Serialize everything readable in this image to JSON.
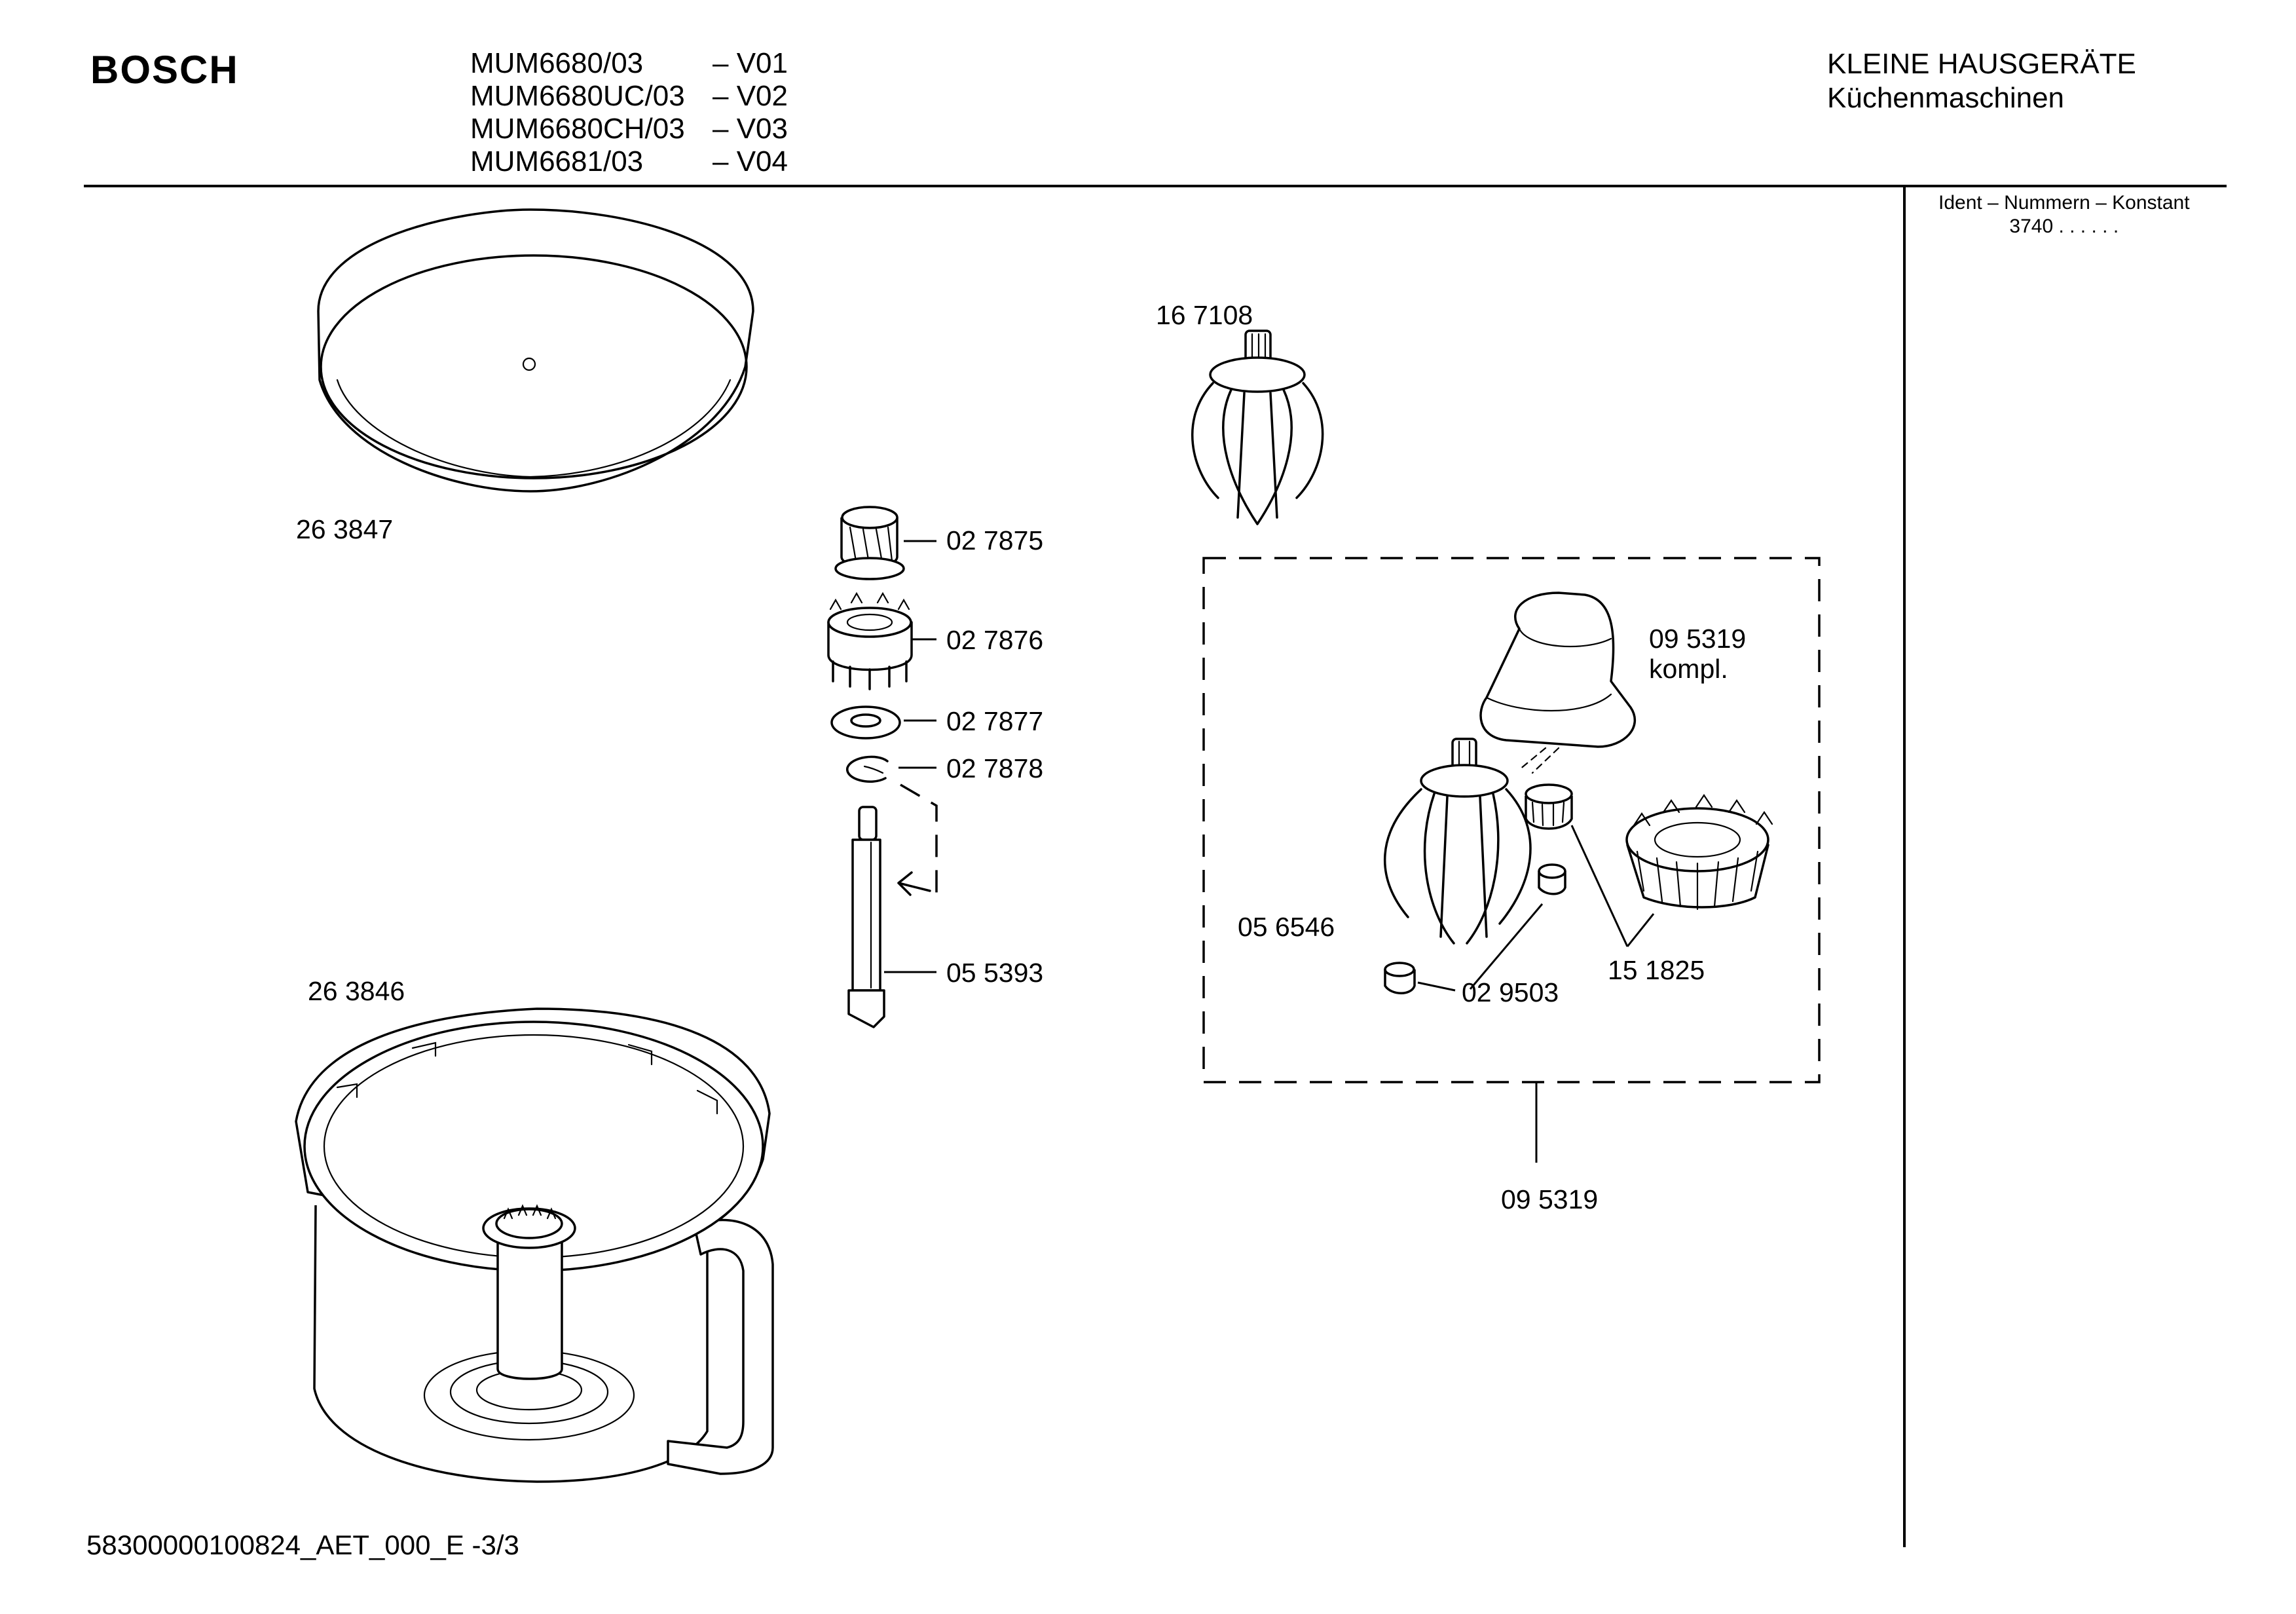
{
  "header": {
    "brand": "BOSCH",
    "models": [
      {
        "code": "MUM6680/03",
        "variant": "– V01"
      },
      {
        "code": "MUM6680UC/03",
        "variant": "– V02"
      },
      {
        "code": "MUM6680CH/03",
        "variant": "– V03"
      },
      {
        "code": "MUM6681/03",
        "variant": "– V04"
      }
    ],
    "category": "KLEINE HAUSGERÄTE",
    "subcategory": "Küchenmaschinen"
  },
  "ident": {
    "title": "Ident – Nummern – Konstant",
    "value": "3740  . .    . . . ."
  },
  "parts": {
    "lid": "26 3847",
    "bowl": "26 3846",
    "whisk_single": "16 7108",
    "gear_top": "02 7875",
    "gear_crown": "02 7876",
    "washer": "02 7877",
    "clip": "02 7878",
    "shaft": "05 5393",
    "whisk_set_kompl": "09 5319",
    "kompl": "kompl.",
    "whisk_set": "05 6546",
    "bushing": "02 9503",
    "gear_pair": "15 1825",
    "assembly": "09 5319"
  },
  "footer": {
    "document_id": "58300000100824_AET_000_E  -3/3"
  }
}
